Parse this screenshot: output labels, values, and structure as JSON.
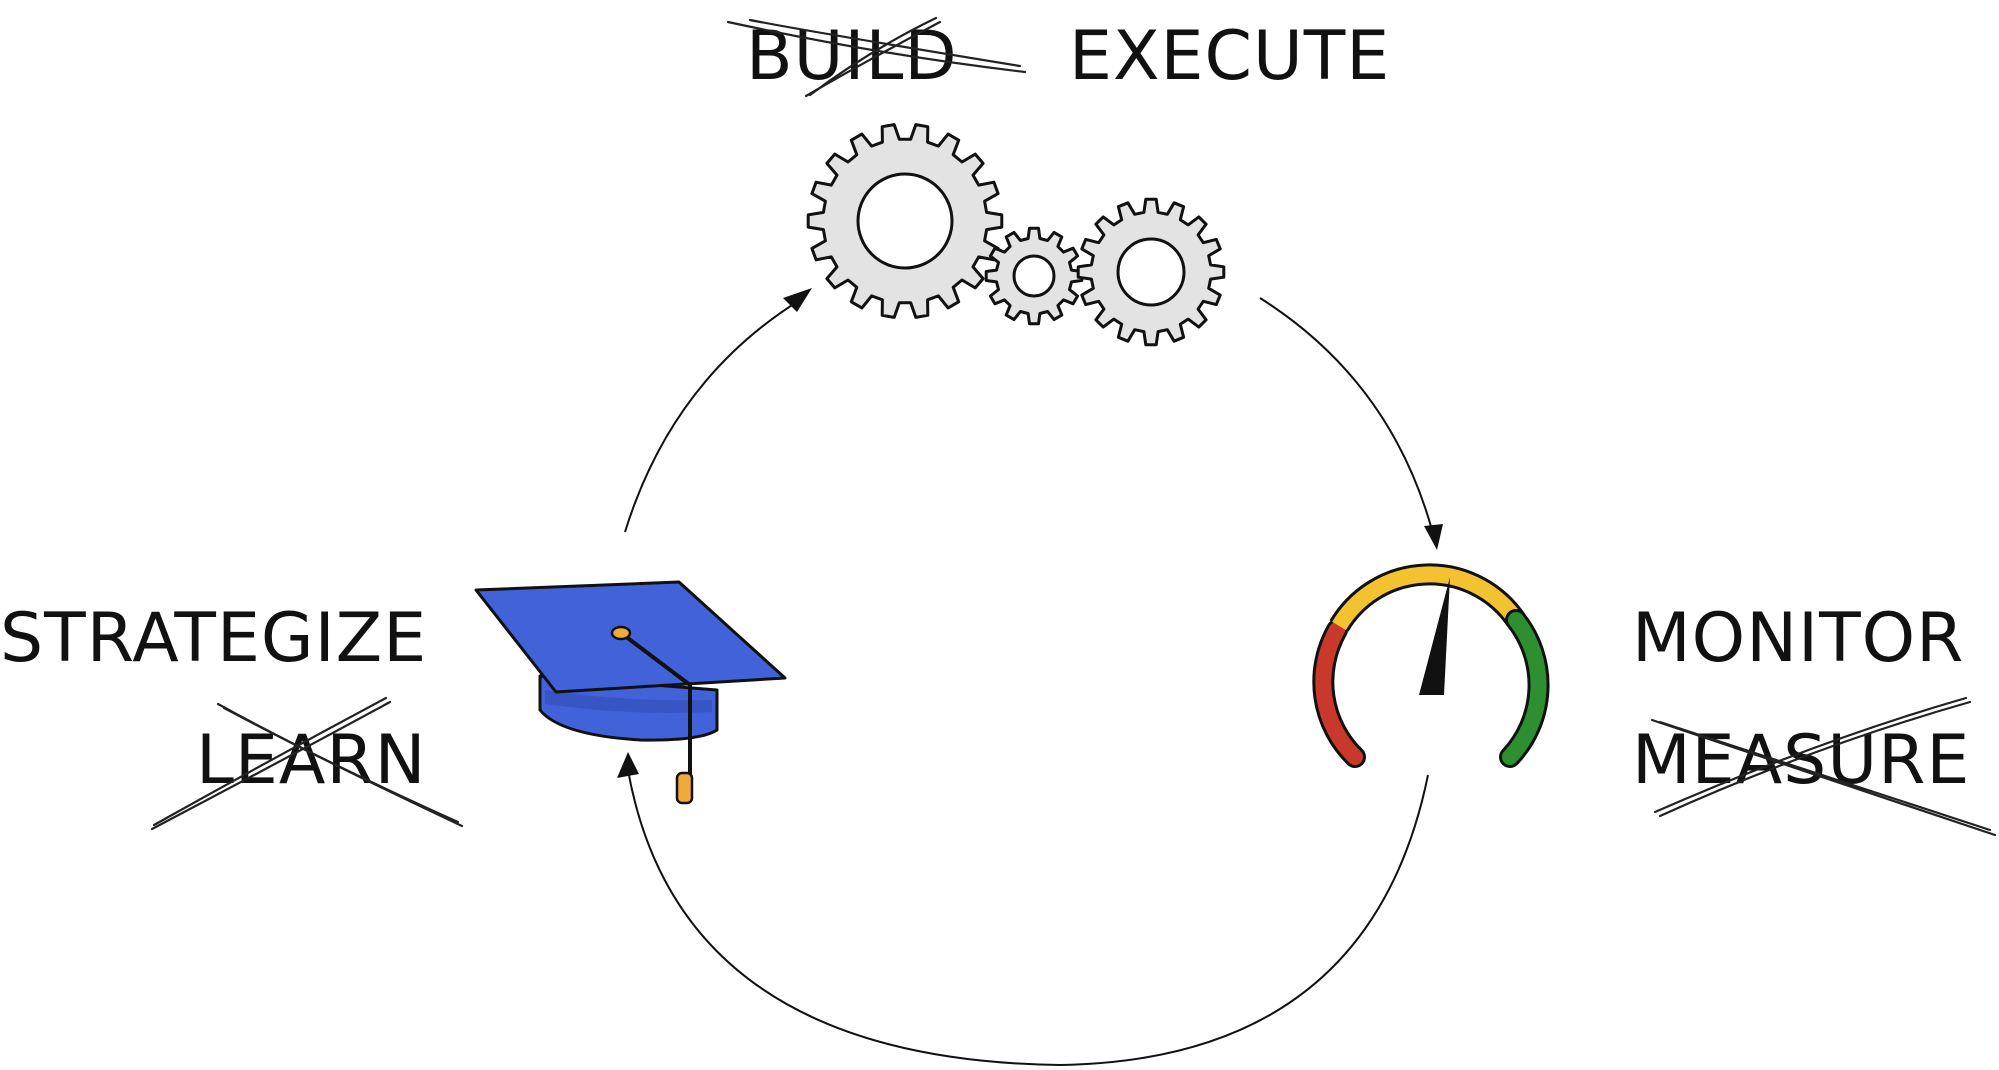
{
  "stages": {
    "execute": {
      "label": "EXECUTE",
      "crossed_label": "BUILD"
    },
    "monitor": {
      "label": "MONITOR",
      "crossed_label": "MEASURE"
    },
    "strategize": {
      "label": "STRATEGIZE",
      "crossed_label": "LEARN"
    }
  },
  "icons": {
    "execute": "gears-icon",
    "monitor": "gauge-icon",
    "strategize": "graduation-cap-icon"
  },
  "colors": {
    "cap_blue": "#4162d8",
    "tassel": "#f2a93b",
    "gauge_red": "#c8392b",
    "gauge_yellow": "#f2c230",
    "gauge_green": "#2e8f30",
    "gear_fill": "#e3e3e3"
  }
}
